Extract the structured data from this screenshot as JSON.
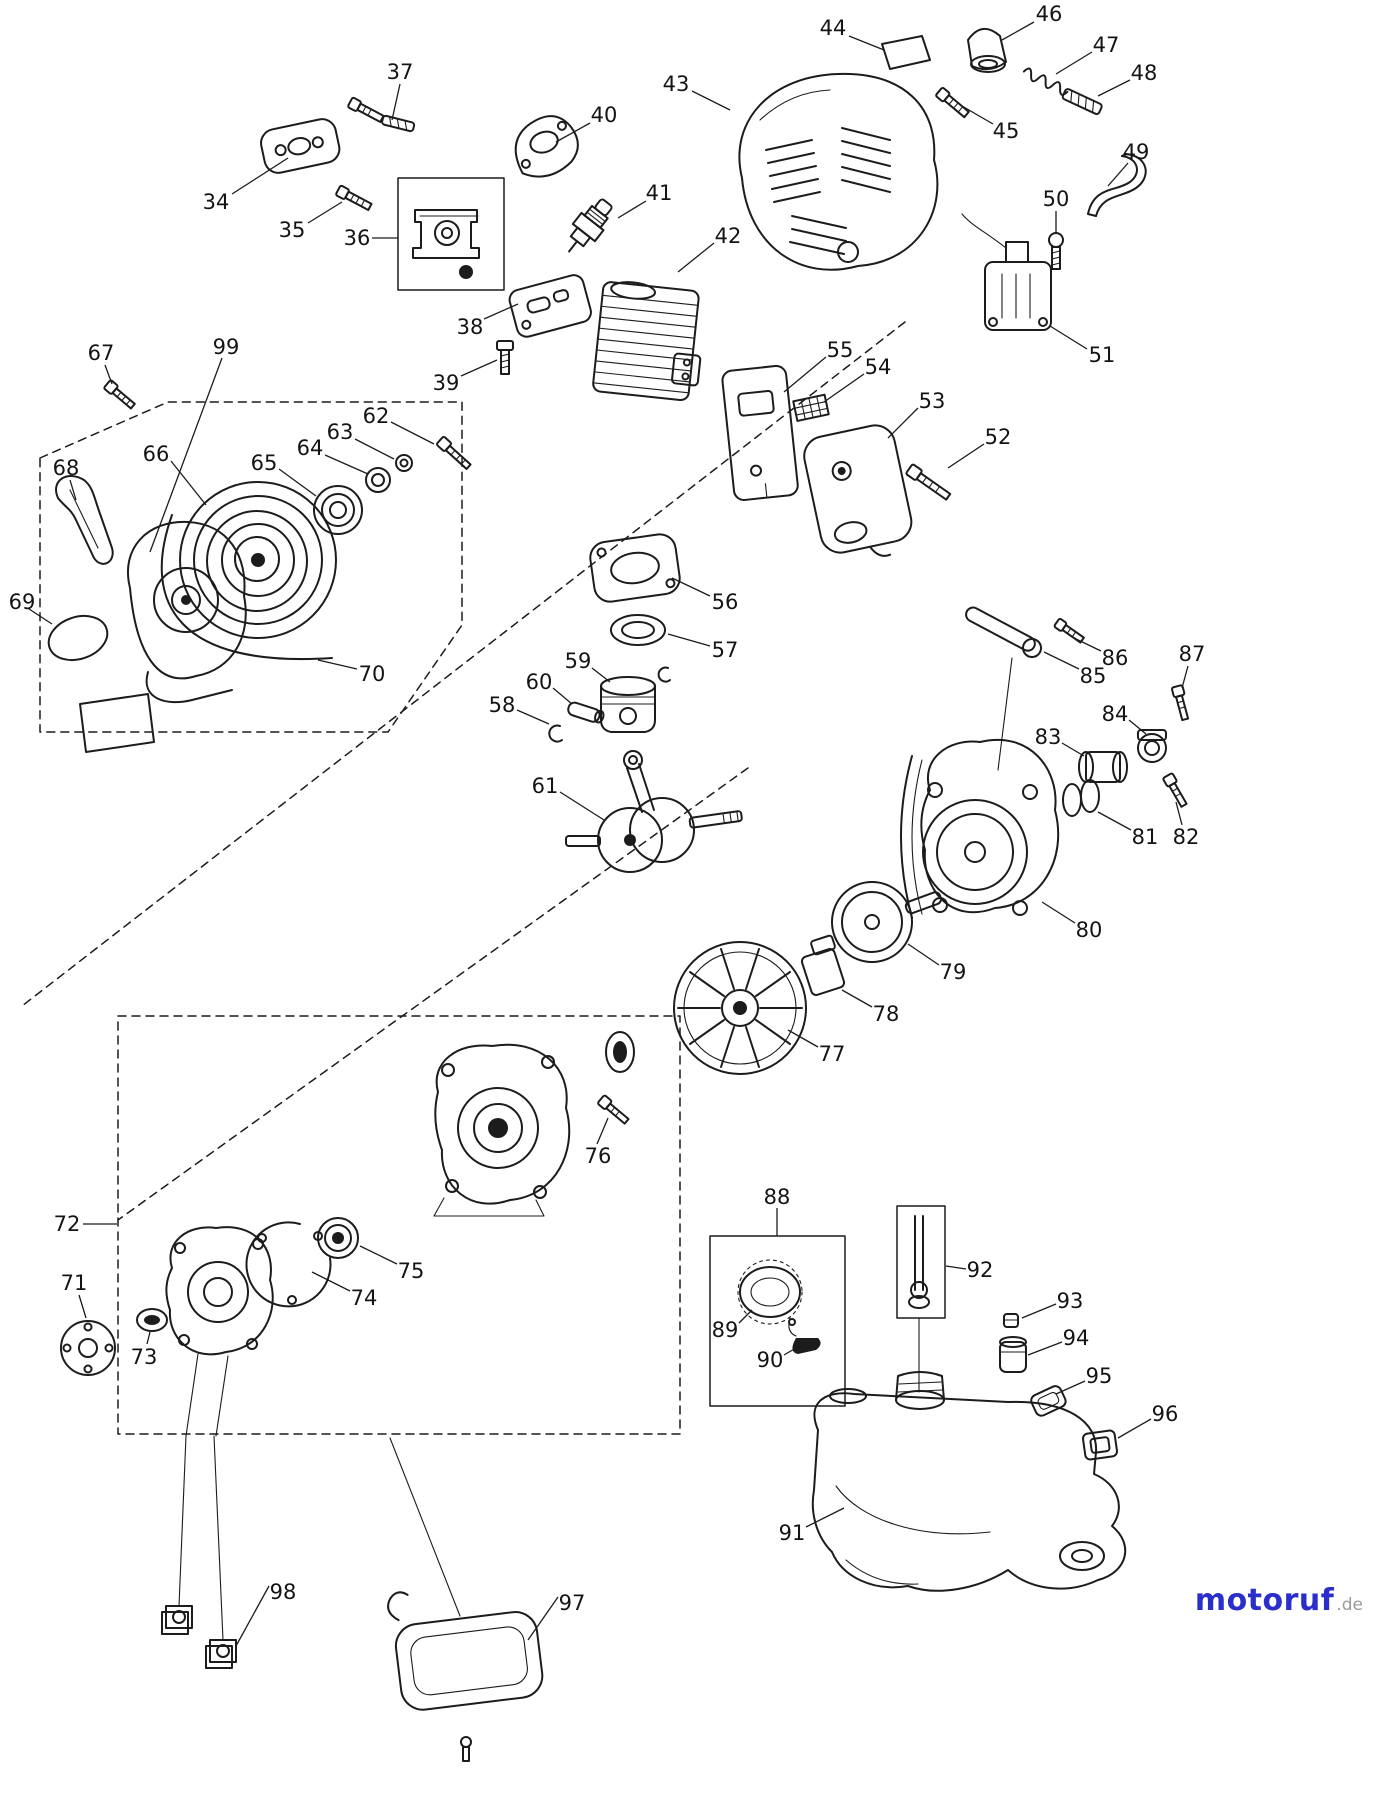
{
  "diagram": {
    "type": "exploded-parts-diagram",
    "line_color": "#1c1c1c",
    "background": "#ffffff"
  },
  "labels": {
    "n34": "34",
    "n35": "35",
    "n36": "36",
    "n37": "37",
    "n38": "38",
    "n39": "39",
    "n40": "40",
    "n41": "41",
    "n42": "42",
    "n43": "43",
    "n44": "44",
    "n45": "45",
    "n46": "46",
    "n47": "47",
    "n48": "48",
    "n49": "49",
    "n50": "50",
    "n51": "51",
    "n52": "52",
    "n53": "53",
    "n54": "54",
    "n55": "55",
    "n56": "56",
    "n57": "57",
    "n58": "58",
    "n59": "59",
    "n60": "60",
    "n61": "61",
    "n62": "62",
    "n63": "63",
    "n64": "64",
    "n65": "65",
    "n66": "66",
    "n67": "67",
    "n68": "68",
    "n69": "69",
    "n70": "70",
    "n71": "71",
    "n72": "72",
    "n73": "73",
    "n74": "74",
    "n75": "75",
    "n76": "76",
    "n77": "77",
    "n78": "78",
    "n79": "79",
    "n80": "80",
    "n81": "81",
    "n82": "82",
    "n83": "83",
    "n84": "84",
    "n85": "85",
    "n86": "86",
    "n87": "87",
    "n88": "88",
    "n89": "89",
    "n90": "90",
    "n91": "91",
    "n92": "92",
    "n93": "93",
    "n94": "94",
    "n95": "95",
    "n96": "96",
    "n97": "97",
    "n98": "98",
    "n99": "99"
  },
  "watermark": {
    "brand": "motoruf",
    "tld": ".de",
    "brand_color": "#2a2ecb",
    "tld_color": "#9a9a9a"
  }
}
